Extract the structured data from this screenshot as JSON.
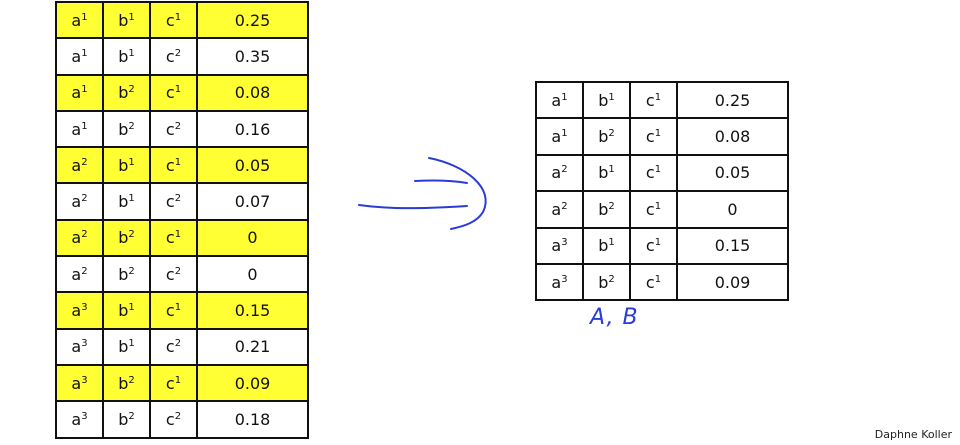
{
  "big_table": {
    "rows": [
      {
        "a": "a",
        "as": "1",
        "b": "b",
        "bs": "1",
        "c": "c",
        "cs": "1",
        "p": "0.25",
        "highlight": true
      },
      {
        "a": "a",
        "as": "1",
        "b": "b",
        "bs": "1",
        "c": "c",
        "cs": "2",
        "p": "0.35",
        "highlight": false
      },
      {
        "a": "a",
        "as": "1",
        "b": "b",
        "bs": "2",
        "c": "c",
        "cs": "1",
        "p": "0.08",
        "highlight": true
      },
      {
        "a": "a",
        "as": "1",
        "b": "b",
        "bs": "2",
        "c": "c",
        "cs": "2",
        "p": "0.16",
        "highlight": false
      },
      {
        "a": "a",
        "as": "2",
        "b": "b",
        "bs": "1",
        "c": "c",
        "cs": "1",
        "p": "0.05",
        "highlight": true
      },
      {
        "a": "a",
        "as": "2",
        "b": "b",
        "bs": "1",
        "c": "c",
        "cs": "2",
        "p": "0.07",
        "highlight": false
      },
      {
        "a": "a",
        "as": "2",
        "b": "b",
        "bs": "2",
        "c": "c",
        "cs": "1",
        "p": "0",
        "highlight": true
      },
      {
        "a": "a",
        "as": "2",
        "b": "b",
        "bs": "2",
        "c": "c",
        "cs": "2",
        "p": "0",
        "highlight": false
      },
      {
        "a": "a",
        "as": "3",
        "b": "b",
        "bs": "1",
        "c": "c",
        "cs": "1",
        "p": "0.15",
        "highlight": true
      },
      {
        "a": "a",
        "as": "3",
        "b": "b",
        "bs": "1",
        "c": "c",
        "cs": "2",
        "p": "0.21",
        "highlight": false
      },
      {
        "a": "a",
        "as": "3",
        "b": "b",
        "bs": "2",
        "c": "c",
        "cs": "1",
        "p": "0.09",
        "highlight": true
      },
      {
        "a": "a",
        "as": "3",
        "b": "b",
        "bs": "2",
        "c": "c",
        "cs": "2",
        "p": "0.18",
        "highlight": false
      }
    ]
  },
  "small_table": {
    "rows": [
      {
        "a": "a",
        "as": "1",
        "b": "b",
        "bs": "1",
        "c": "c",
        "cs": "1",
        "p": "0.25"
      },
      {
        "a": "a",
        "as": "1",
        "b": "b",
        "bs": "2",
        "c": "c",
        "cs": "1",
        "p": "0.08"
      },
      {
        "a": "a",
        "as": "2",
        "b": "b",
        "bs": "1",
        "c": "c",
        "cs": "1",
        "p": "0.05"
      },
      {
        "a": "a",
        "as": "2",
        "b": "b",
        "bs": "2",
        "c": "c",
        "cs": "1",
        "p": "0"
      },
      {
        "a": "a",
        "as": "3",
        "b": "b",
        "bs": "1",
        "c": "c",
        "cs": "1",
        "p": "0.15"
      },
      {
        "a": "a",
        "as": "3",
        "b": "b",
        "bs": "2",
        "c": "c",
        "cs": "1",
        "p": "0.09"
      }
    ]
  },
  "annotation": "A, B",
  "credit": "Daphne Koller",
  "colors": {
    "highlight": "#ffff33",
    "ink": "#2a3bd6"
  }
}
